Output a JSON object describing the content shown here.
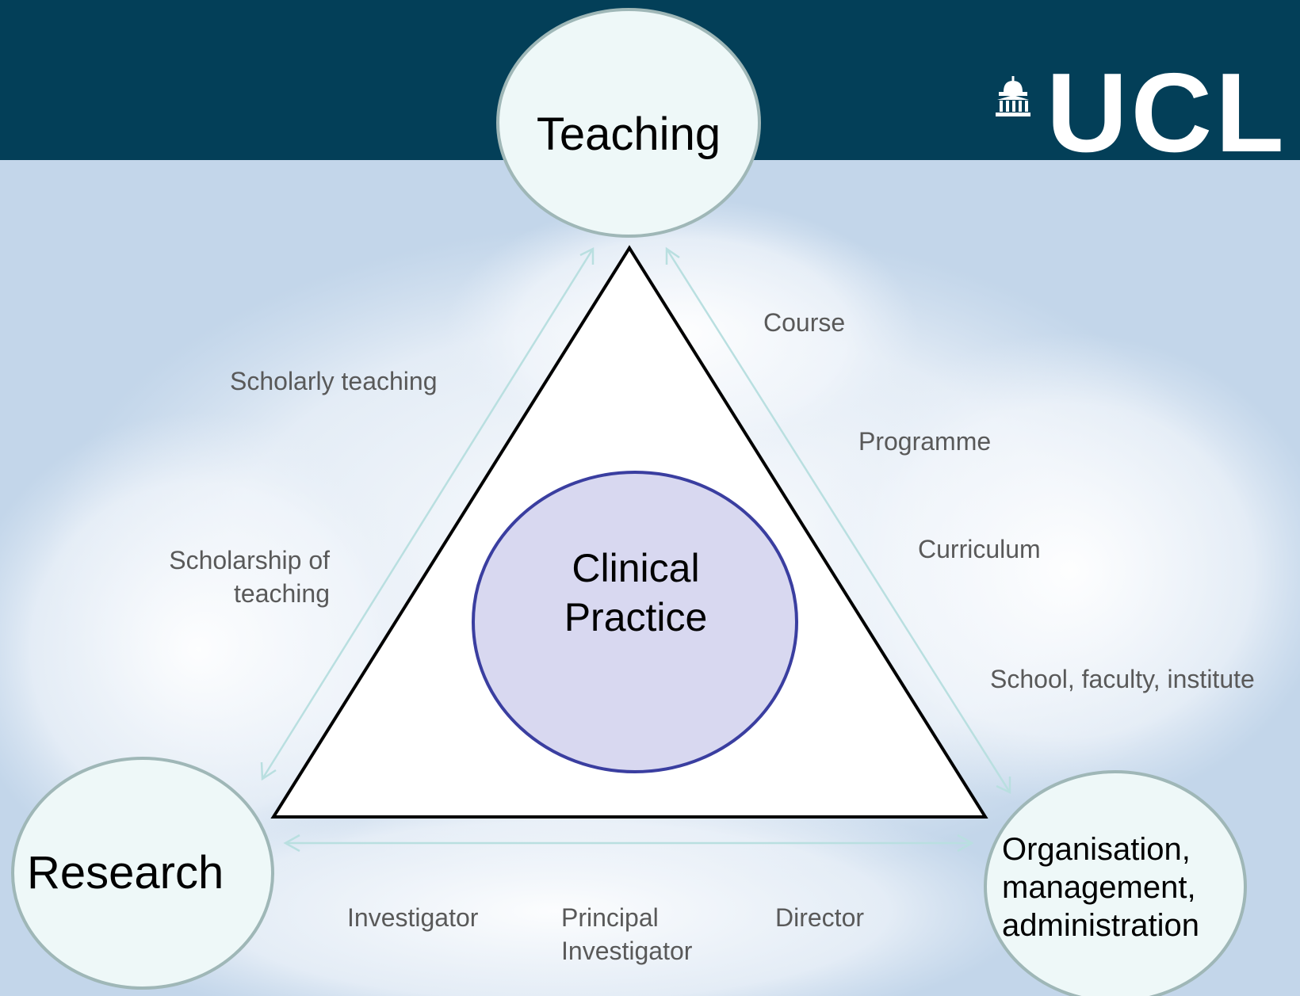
{
  "logo": {
    "text": "UCL"
  },
  "nodes": {
    "teaching": "Teaching",
    "research": "Research",
    "organisation": [
      "Organisation,",
      "management,",
      "administration"
    ],
    "clinical": [
      "Clinical",
      "Practice"
    ]
  },
  "edge_labels": {
    "teaching_research": [
      "Scholarly teaching",
      "Scholarship of",
      "teaching"
    ],
    "teaching_organisation": [
      "Course",
      "Programme",
      "Curriculum",
      "School, faculty, institute"
    ],
    "research_organisation": [
      "Investigator",
      "Principal",
      "Investigator",
      "Director"
    ]
  },
  "colors": {
    "header": "#033f58",
    "sky": "#c3d6ea",
    "node_fill": "#eef8f8",
    "node_stroke": "#9fb7b7",
    "arrow": "#b9dfe0",
    "clinical_fill": "#d8d8f0",
    "clinical_stroke": "#3a3ea0",
    "label": "#595959"
  }
}
